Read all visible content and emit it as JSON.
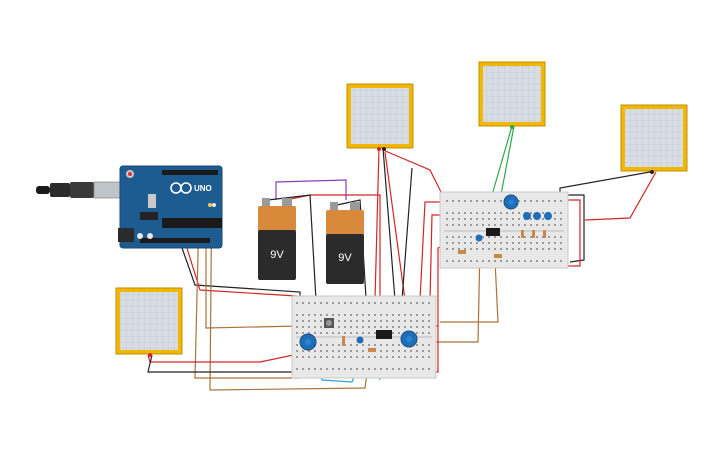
{
  "circuit": {
    "battery_labels": [
      "9V",
      "9V"
    ],
    "arduino": {
      "brand_text": "UNO"
    },
    "colors": {
      "canvas_bg": "#ffffff",
      "oscilloscope_frame": "#f2b705",
      "oscilloscope_screen": "#d7dde3",
      "arduino_board": "#1d5c91",
      "breadboard": "#e8e8e8",
      "battery_body": "#2b2b2b",
      "battery_top": "#d8893a",
      "potentiometer": "#1f6fb8",
      "wire_red": "#d32626",
      "wire_black": "#222222",
      "wire_brown": "#a8733a",
      "wire_green": "#2ba84a",
      "wire_blue": "#2a9fd6",
      "wire_purple": "#8a3fb8"
    },
    "icons": [
      "usb-cable-icon",
      "battery-icon",
      "oscilloscope-icon",
      "potentiometer-icon",
      "ic-chip-icon",
      "resistor-icon"
    ]
  }
}
